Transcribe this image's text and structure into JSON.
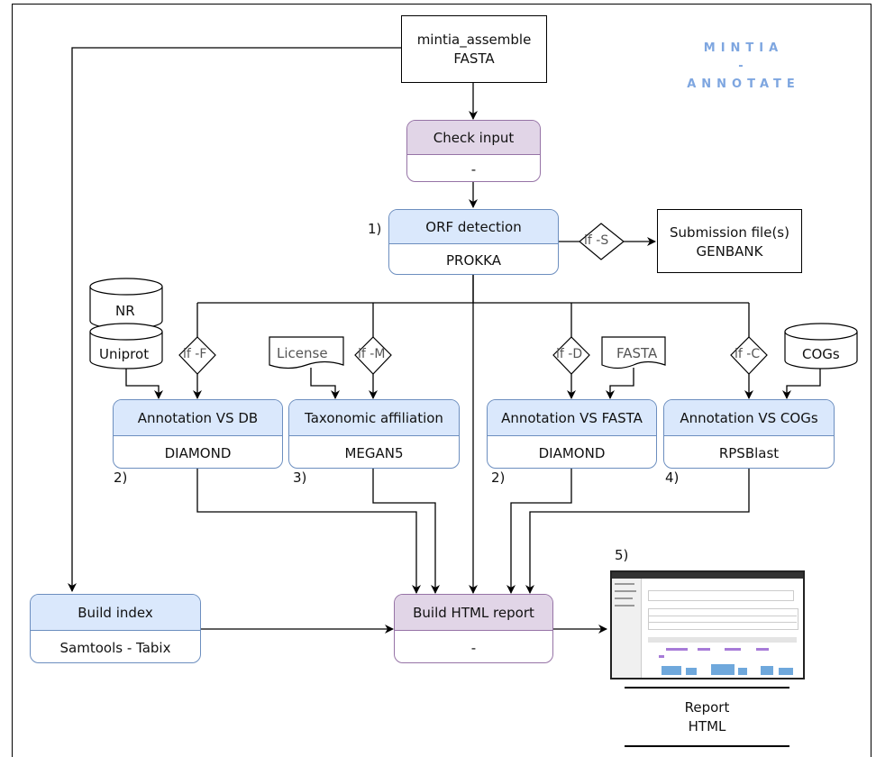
{
  "title": {
    "line1": "MINTIA",
    "line2": "-",
    "line3": "ANNOTATE"
  },
  "input_box": {
    "line1": "mintia_assemble",
    "line2": "FASTA"
  },
  "check_input": {
    "title": "Check input",
    "sub": "-"
  },
  "orf": {
    "title": "ORF detection",
    "sub": "PROKKA",
    "step": "1)"
  },
  "condition_s": "if -S",
  "submission": {
    "line1": "Submission file(s)",
    "line2": "GENBANK"
  },
  "db_nr": "NR",
  "db_uniprot": "Uniprot",
  "doc_license": "License",
  "doc_fasta": "FASTA",
  "db_cogs": "COGs",
  "conditions": {
    "f": "if -F",
    "m": "if -M",
    "d": "if -D",
    "c": "if -C"
  },
  "annot_db": {
    "title": "Annotation VS DB",
    "sub": "DIAMOND",
    "step": "2)"
  },
  "taxo": {
    "title": "Taxonomic affiliation",
    "sub": "MEGAN5",
    "step": "3)"
  },
  "annot_fasta": {
    "title": "Annotation VS FASTA",
    "sub": "DIAMOND",
    "step": "2)"
  },
  "annot_cogs": {
    "title": "Annotation VS COGs",
    "sub": "RPSBlast",
    "step": "4)"
  },
  "build_index": {
    "title": "Build index",
    "sub": "Samtools - Tabix"
  },
  "build_report": {
    "title": "Build HTML report",
    "sub": "-"
  },
  "report": {
    "step": "5)",
    "line1": "Report",
    "line2": "HTML"
  },
  "colors": {
    "blue_fill": "#dae8fc",
    "blue_stroke": "#6c8ebf",
    "purple_fill": "#e1d5e7",
    "purple_stroke": "#9673a6",
    "title_color": "#7ea6e0"
  }
}
